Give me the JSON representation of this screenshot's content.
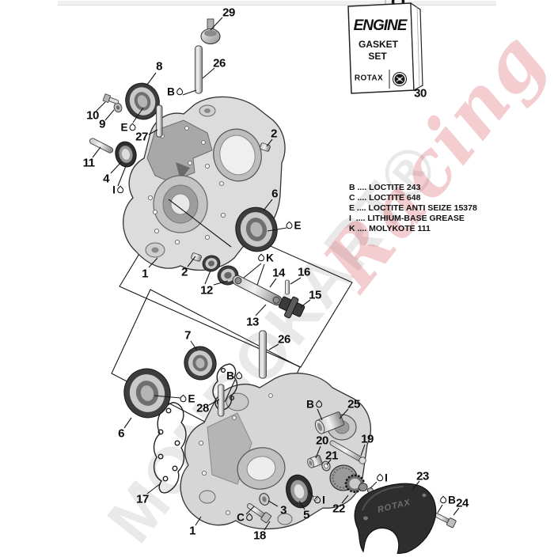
{
  "watermark": {
    "brand": "MONDOKART®",
    "accent": "Racing"
  },
  "gasket_bag": {
    "title_line1": "ENGINE",
    "title_line2": "GASKET",
    "title_line3": "SET",
    "brand": "ROTAX",
    "label": "30"
  },
  "legend": [
    "B .... LOCTITE 243",
    "C .... LOCTITE 648",
    "E .... LOCTITE ANTI SEIZE 15378",
    "I  .... LITHIUM-BASE GREASE",
    "K .... MOLYKOTE 111"
  ],
  "callouts": {
    "c29": "29",
    "c26a": "26",
    "c8": "8",
    "c10": "10",
    "c9": "9",
    "c27": "27",
    "c11": "11",
    "c4": "4",
    "c2a": "2",
    "c6a": "6",
    "c1a": "1",
    "c2b": "2",
    "c12": "12",
    "c14": "14",
    "c16": "16",
    "c15": "15",
    "c13": "13",
    "c26b": "26",
    "c7": "7",
    "c6b": "6",
    "c28": "28",
    "c17": "17",
    "c1b": "1",
    "c3": "3",
    "c18": "18",
    "c5": "5",
    "c25": "25",
    "c20": "20",
    "c21": "21",
    "c19": "19",
    "c22": "22",
    "c23": "23",
    "c24": "24"
  },
  "chem_marks": {
    "b1": "B",
    "e1": "E",
    "i1": "I",
    "e2": "E",
    "k1": "K",
    "e3": "E",
    "b2": "B",
    "b3": "B",
    "i2": "I",
    "i3": "I",
    "c1": "C",
    "b4": "B"
  },
  "cover_text": "ROTAX"
}
